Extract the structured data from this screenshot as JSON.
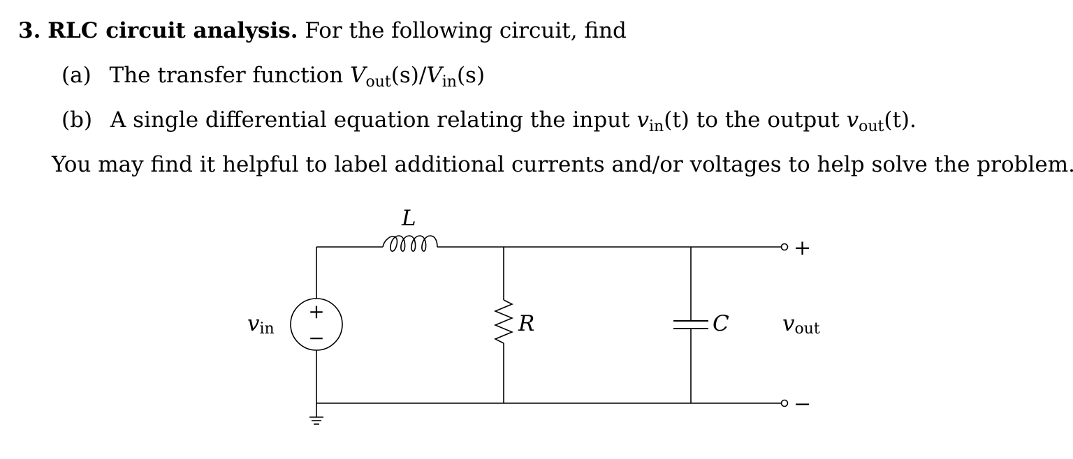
{
  "problem": {
    "number": "3.",
    "title": "RLC circuit analysis.",
    "prompt": "For the following circuit, find",
    "parts": [
      {
        "label": "(a)",
        "text_before": "The transfer function",
        "expr": {
          "v1": "V",
          "sub1": "out",
          "mid": "(s)/",
          "v2": "V",
          "sub2": "in",
          "end": "(s)"
        }
      },
      {
        "label": "(b)",
        "text_before": "A single differential equation relating the input",
        "input": {
          "v": "v",
          "sub": "in",
          "arg": "(t)"
        },
        "middle": "to the output",
        "output": {
          "v": "v",
          "sub": "out",
          "arg": "(t)"
        },
        "end": "."
      }
    ],
    "hint": "You may find it helpful to label additional currents and/or voltages to help solve the problem."
  },
  "circuit": {
    "inductor_label": "L",
    "resistor_label": "R",
    "capacitor_label": "C",
    "source": {
      "v": "v",
      "sub": "in",
      "plus": "+",
      "minus": "−"
    },
    "output": {
      "v": "v",
      "sub": "out",
      "plus": "+",
      "minus": "−"
    }
  }
}
